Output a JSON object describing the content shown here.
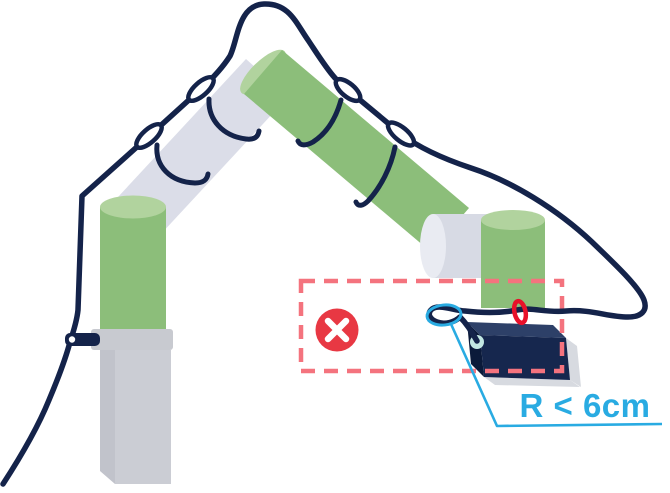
{
  "annotation": {
    "radius_label": "R < 6cm"
  },
  "icons": {
    "prohibited_x": "x-in-circle",
    "cable_tie": "ring-loop",
    "strain_relief": "red-ring"
  },
  "colors": {
    "navy": "#14234A",
    "green": "#8CBE7A",
    "green_light": "#B1D39E",
    "gray_arm": "#DBDDE8",
    "gray_light": "#E9EBF2",
    "wrist_gray": "#D7DAE4",
    "collar": "#C8CAD0",
    "base_front": "#CBCDD4",
    "base_side": "#C1C3CB",
    "box_top": "#2D4068",
    "box_front": "#16274E",
    "box_side": "#0B1A3A",
    "shadow": "#C9CDD6",
    "port": "#C2E7E2",
    "red": "#E83843",
    "red_ring": "#E8112A",
    "pink": "#F4737E",
    "cyan": "#29ABE2"
  }
}
